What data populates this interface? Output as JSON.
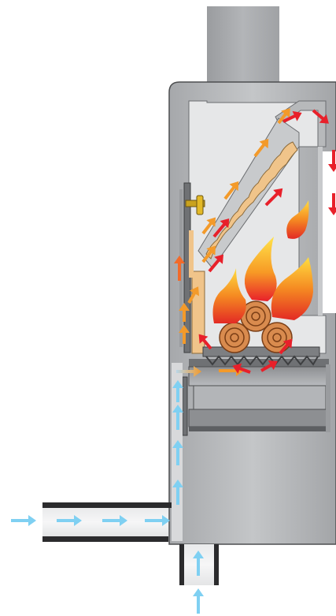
{
  "diagram": {
    "subject": "stove-airflow-cross-section",
    "colors": {
      "steel_dark": "#8c8e91",
      "steel_mid": "#a7a9ac",
      "steel_light": "#c9cbcd",
      "chamber": "#e6e7e8",
      "baffle": "#f0c48a",
      "cold_air": "#7fd0f2",
      "warm_air": "#f39a2a",
      "hot_gas": "#e8202a",
      "flame_yellow": "#ffd63a",
      "log": "#d98b4e"
    },
    "flows": [
      {
        "name": "inlet-cold-air",
        "kind": "cold"
      },
      {
        "name": "bottom-cold-air",
        "kind": "cold"
      },
      {
        "name": "riser-cold-air",
        "kind": "cold"
      },
      {
        "name": "preheated-air",
        "kind": "warm"
      },
      {
        "name": "baffle-secondary-air",
        "kind": "warm"
      },
      {
        "name": "flue-gas",
        "kind": "hot"
      }
    ]
  }
}
